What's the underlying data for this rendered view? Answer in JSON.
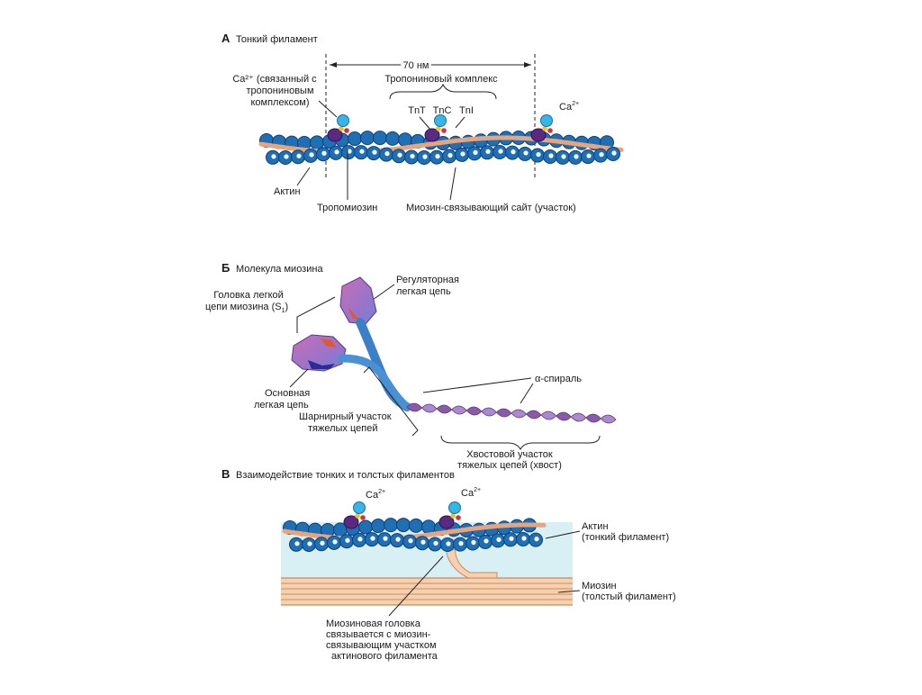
{
  "sectionA": {
    "letter": "А",
    "title": "Тонкий филамент",
    "distance": "70 нм",
    "troponin_complex": "Тропониновый комплекс",
    "tnt": "TnT",
    "tnc": "TnC",
    "tni": "TnI",
    "ca_bound_lines": [
      "Ca²⁺ (связанный с",
      "тропониновым",
      "комплексом)"
    ],
    "ca_label": "Ca",
    "ca_sup": "2+",
    "actin": "Актин",
    "tropomyosin": "Тропомиозин",
    "myosin_site": "Миозин-связывающий сайт (участок)"
  },
  "sectionB": {
    "letter": "Б",
    "title": "Молекула миозина",
    "light_chain_head_lines": [
      "Головка легкой",
      "цепи миозина (S",
      "1",
      ")"
    ],
    "regulatory_lines": [
      "Регуляторная",
      "легкая цепь"
    ],
    "alpha_helix": "α-спираль",
    "essential_lines": [
      "Основная",
      "легкая цепь"
    ],
    "hinge_lines": [
      "Шарнирный участок",
      "тяжелых цепей"
    ],
    "tail_lines": [
      "Хвостовой участок",
      "тяжелых цепей (хвост)"
    ]
  },
  "sectionC": {
    "letter": "В",
    "title": "Взаимодействие тонких и толстых филаментов",
    "ca_label": "Ca",
    "ca_sup": "2+",
    "actin_lines": [
      "Актин",
      "(тонкий филамент)"
    ],
    "myosin_lines": [
      "Миозин",
      "(толстый филамент)"
    ],
    "head_binding_lines": [
      "Миозиновая головка",
      "связывается с миозин-",
      "связывающим участком",
      "актинового филамента"
    ]
  },
  "colors": {
    "actin": "#1f6fb5",
    "actin_dark": "#0f3f78",
    "tropomyosin": "#e8a57c",
    "troponin_purple": "#5a2a82",
    "ca_blue": "#36b6e8",
    "tnc_yellow": "#f2c21b",
    "tni_red": "#d9303a",
    "light_blue_bg": "#d8f0f4",
    "myosin_tan": "#f6d1b0",
    "myosin_line": "#c98a62"
  }
}
